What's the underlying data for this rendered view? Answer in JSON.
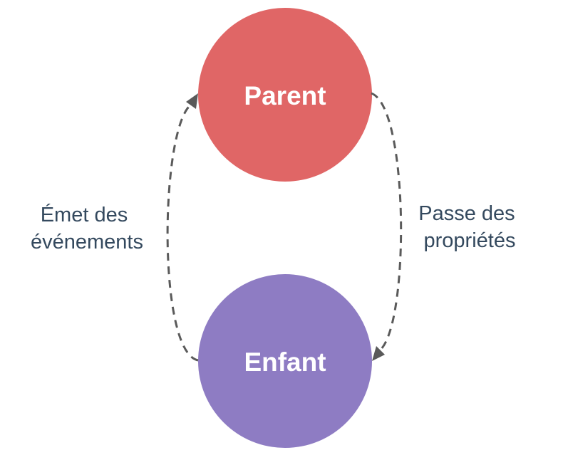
{
  "diagram": {
    "nodes": {
      "parent": {
        "label": "Parent",
        "color": "#e06666"
      },
      "child": {
        "label": "Enfant",
        "color": "#8e7cc3"
      }
    },
    "edges": {
      "props": {
        "label_line1": "Passe des",
        "label_line2": "propriétés",
        "from": "Parent",
        "to": "Enfant"
      },
      "events": {
        "label_line1": "Émet des",
        "label_line2": "événements",
        "from": "Enfant",
        "to": "Parent"
      }
    },
    "colors": {
      "edge": "#5a5a5a",
      "label_text": "#34495e"
    }
  }
}
